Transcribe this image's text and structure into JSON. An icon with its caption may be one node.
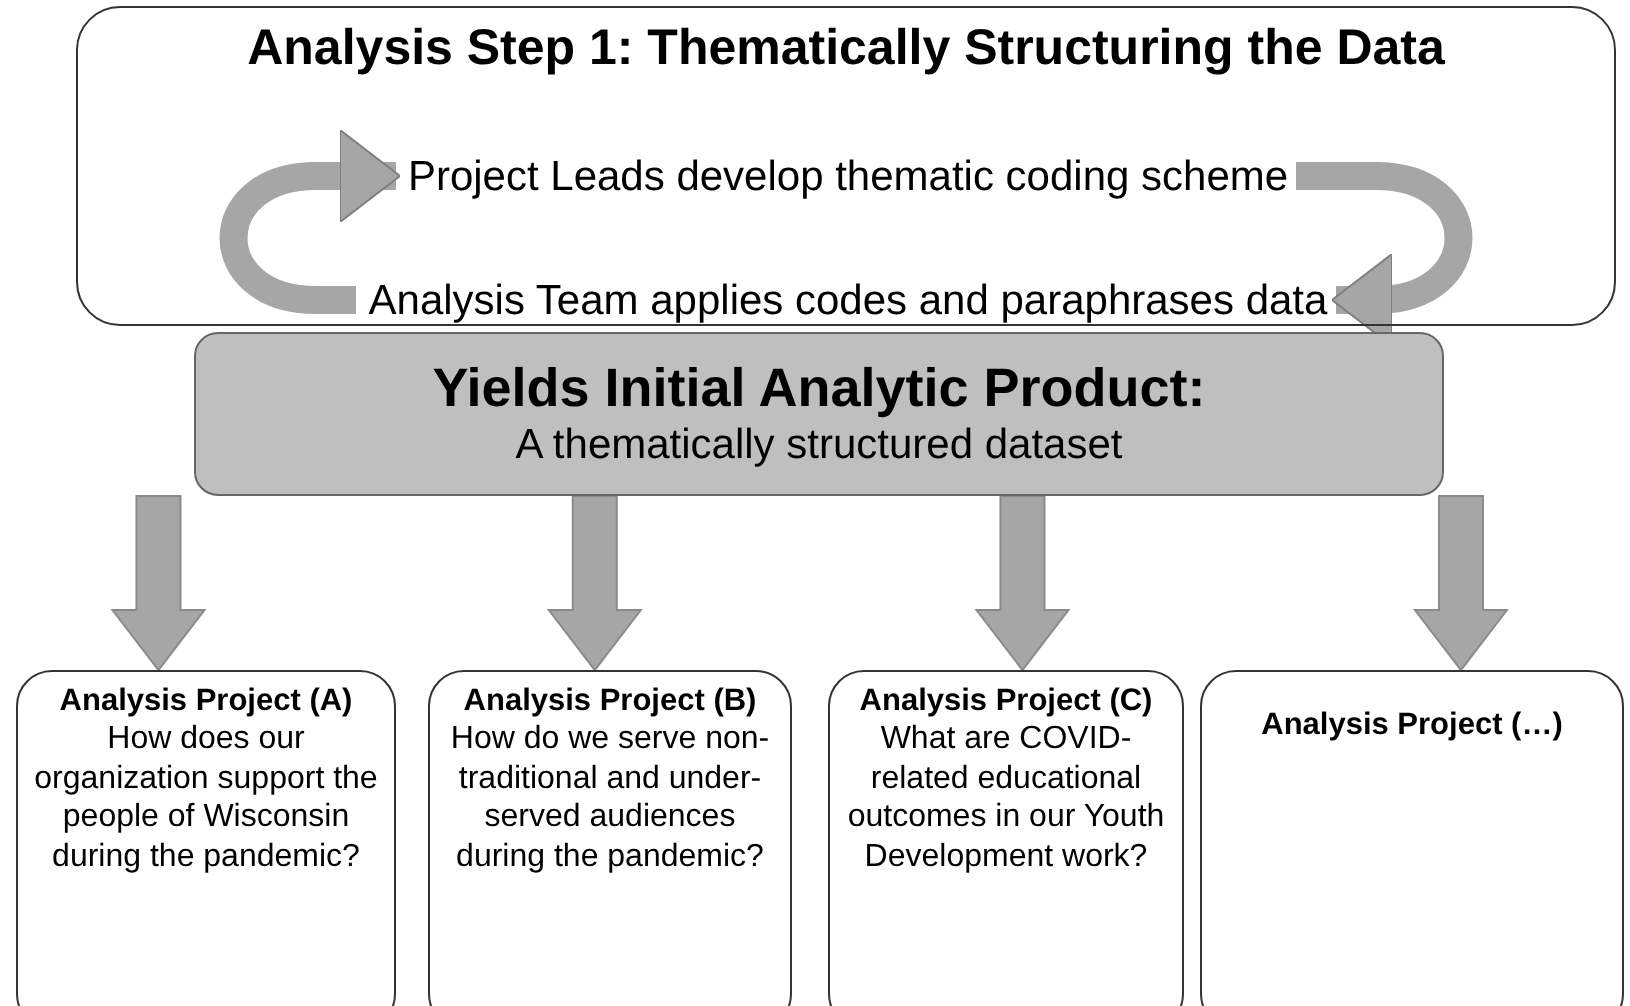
{
  "diagram": {
    "nodes": [
      {
        "text": [
          "Analysis Step 1: Thematically Structuring the Data"
        ]
      },
      {
        "text": [
          "Project Leads develop thematic coding scheme"
        ],
        "in": 0
      },
      {
        "text": [
          "Analysis Team applies codes and paraphrases data"
        ],
        "in": 0
      },
      {
        "text": [
          "Yields Initial Analytic Product:",
          "A thematically structured dataset"
        ]
      },
      {
        "text": [
          "Analysis Project (A)",
          "How does our organization support the people of Wisconsin during the pandemic?"
        ]
      },
      {
        "text": [
          "Analysis Project (B)",
          "How do we serve non-traditional and under-served audiences during the pandemic?"
        ]
      },
      {
        "text": [
          "Analysis Project (C)",
          "What are COVID-related educational outcomes in our Youth Development work?"
        ]
      },
      {
        "text": [
          "Analysis Project (…)"
        ]
      }
    ],
    "edges": [
      {
        "from": 1,
        "to": 2,
        "arrow": "to"
      },
      {
        "from": 2,
        "to": 1,
        "arrow": "to"
      },
      {
        "from": 3,
        "to": 4,
        "arrow": "to"
      },
      {
        "from": 3,
        "to": 5,
        "arrow": "to"
      },
      {
        "from": 3,
        "to": 6,
        "arrow": "to"
      },
      {
        "from": 3,
        "to": 7,
        "arrow": "to"
      }
    ]
  }
}
